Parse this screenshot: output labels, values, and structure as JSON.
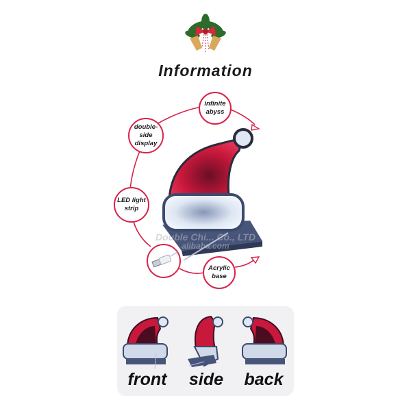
{
  "header": {
    "ornament_icon": "christmas-bells-bow-icon",
    "title": "Information"
  },
  "features": [
    {
      "id": "infinite-abyss",
      "line1": "infinite",
      "line2": "abyss"
    },
    {
      "id": "double-side-display",
      "line1": "double-",
      "line2": "side",
      "line3": "display"
    },
    {
      "id": "led-light-strip",
      "line1": "LED light",
      "line2": "strip"
    },
    {
      "id": "usb-connector",
      "icon": "usb-plug-icon"
    },
    {
      "id": "acrylic-base",
      "line1": "Acrylic",
      "line2": "base"
    }
  ],
  "watermark": {
    "line1": "Double Chi... Co., LTD",
    "line2": "alibaba.com"
  },
  "views": [
    {
      "label": "front"
    },
    {
      "label": "side"
    },
    {
      "label": "back"
    }
  ],
  "colors": {
    "accent": "#d8224a",
    "hat_red": "#c8183c",
    "brim_light": "#dde6f2",
    "frame_navy": "#3c4a6e",
    "panel_bg": "#f1f1f4"
  }
}
